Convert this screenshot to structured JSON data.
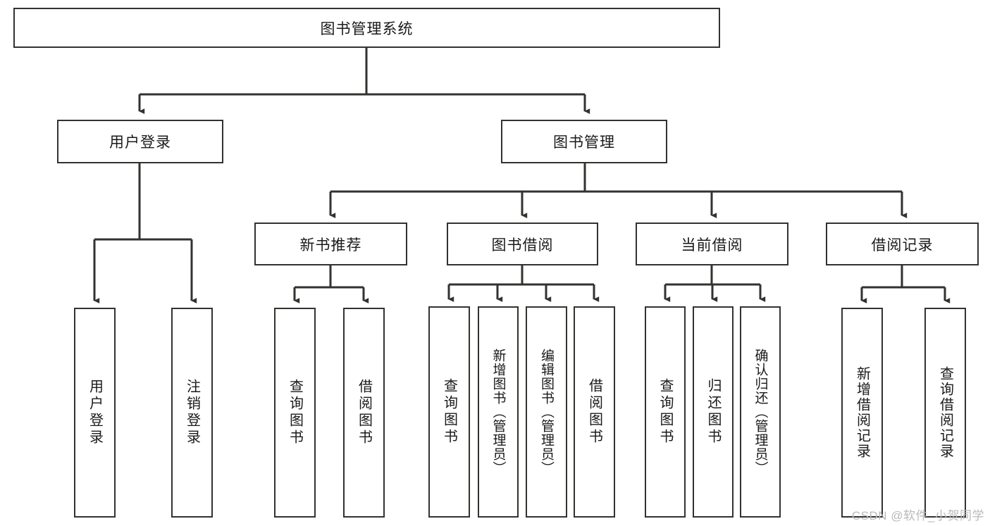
{
  "diagram": {
    "type": "tree",
    "title": "图书管理系统",
    "watermark": "CSDN @软件_小贺同学",
    "colors": {
      "box_border": "#33322f",
      "box_fill": "#ffffff",
      "connector": "#33322f",
      "text": "#1a1a1a",
      "watermark": "#b9b9b9"
    },
    "nodes": {
      "root": {
        "label": "图书管理系统"
      },
      "level1": [
        {
          "id": "user-login",
          "label": "用户登录"
        },
        {
          "id": "book-manage",
          "label": "图书管理"
        }
      ],
      "level2": [
        {
          "id": "new-book-recommend",
          "label": "新书推荐"
        },
        {
          "id": "book-borrow",
          "label": "图书借阅"
        },
        {
          "id": "current-borrow",
          "label": "当前借阅"
        },
        {
          "id": "borrow-record",
          "label": "借阅记录"
        }
      ],
      "leaves": {
        "user-login": [
          {
            "id": "leaf-user-login",
            "label": "用户登录"
          },
          {
            "id": "leaf-logout-login",
            "label": "注销登录"
          }
        ],
        "new-book-recommend": [
          {
            "id": "leaf-query-book-1",
            "label": "查询图书"
          },
          {
            "id": "leaf-borrow-book-1",
            "label": "借阅图书"
          }
        ],
        "book-borrow": [
          {
            "id": "leaf-query-book-2",
            "label": "查询图书"
          },
          {
            "id": "leaf-add-book",
            "label": "新增图书（管理员）"
          },
          {
            "id": "leaf-edit-book",
            "label": "编辑图书（管理员）"
          },
          {
            "id": "leaf-borrow-book-2",
            "label": "借阅图书"
          }
        ],
        "current-borrow": [
          {
            "id": "leaf-query-book-3",
            "label": "查询图书"
          },
          {
            "id": "leaf-return-book",
            "label": "归还图书"
          },
          {
            "id": "leaf-confirm-return",
            "label": "确认归还（管理员）"
          }
        ],
        "borrow-record": [
          {
            "id": "leaf-add-record",
            "label": "新增借阅记录"
          },
          {
            "id": "leaf-query-record",
            "label": "查询借阅记录"
          }
        ]
      }
    }
  }
}
